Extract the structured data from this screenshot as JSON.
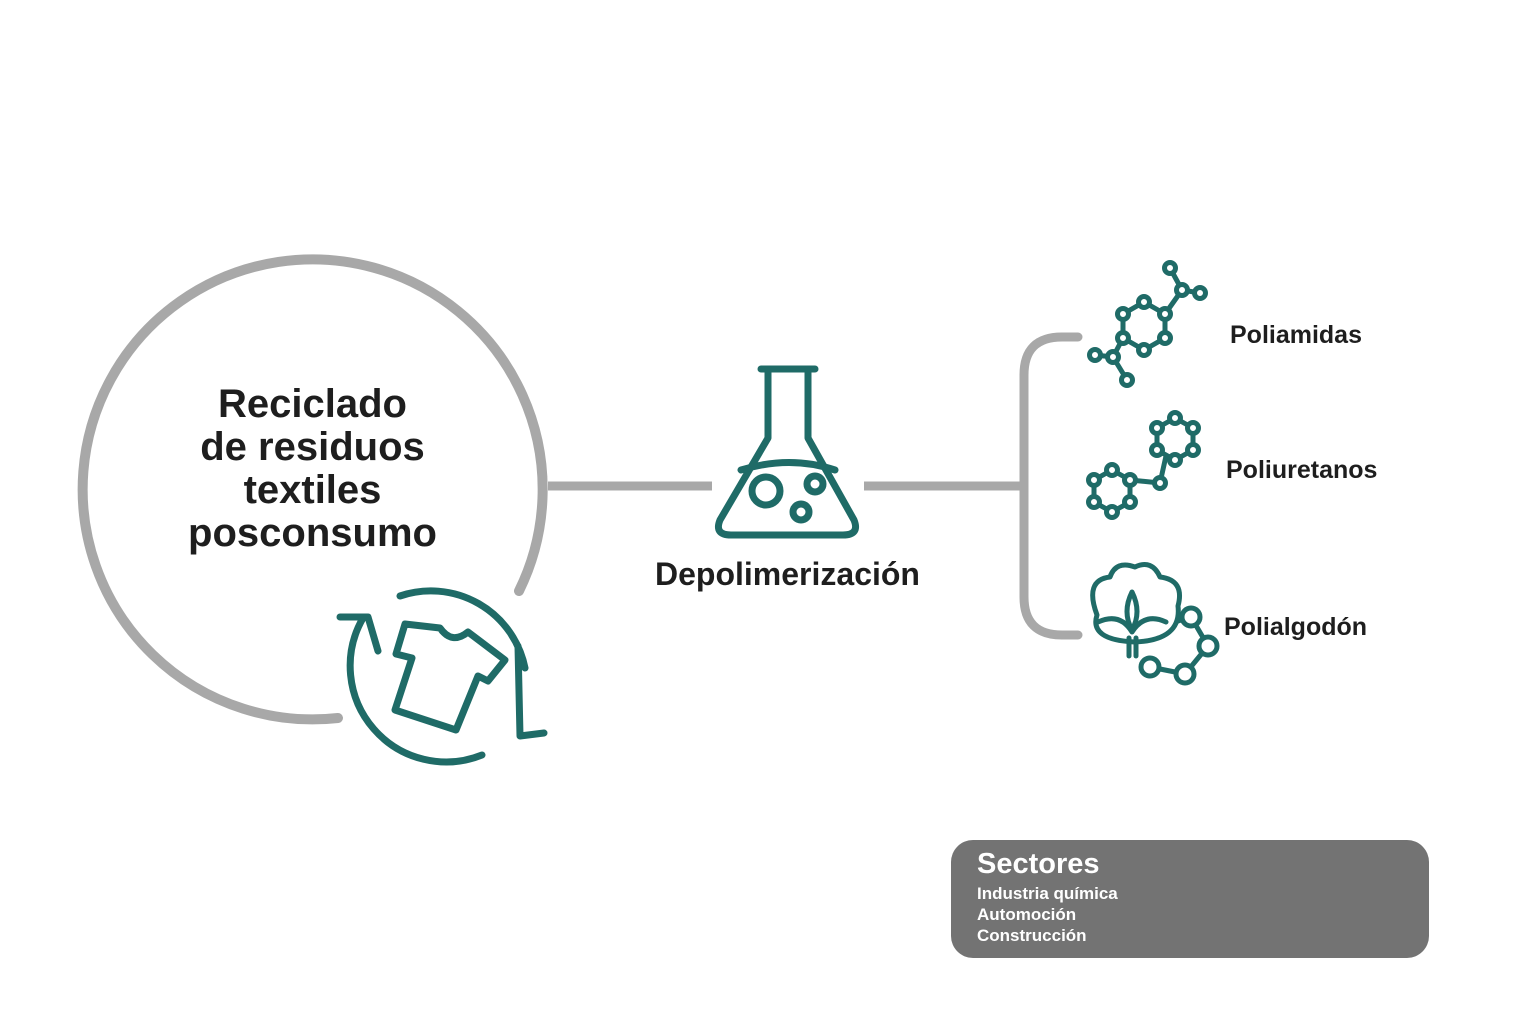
{
  "source": {
    "title_lines": [
      "Reciclado",
      "de residuos",
      "textiles",
      "posconsumo"
    ]
  },
  "process": {
    "label": "Depolimerización"
  },
  "products": [
    {
      "label": "Poliamidas",
      "icon": "molecule-icon"
    },
    {
      "label": "Poliuretanos",
      "icon": "molecule-chain-icon"
    },
    {
      "label": "Polialgodón",
      "icon": "cotton-molecule-icon"
    }
  ],
  "sectors": {
    "title": "Sectores",
    "items": [
      "Industria química",
      "Automoción",
      "Construcción"
    ],
    "icons": [
      "flask-icon",
      "car-icon",
      "crane-icon"
    ]
  },
  "colors": {
    "connector_gray": "#a8a8a8",
    "icon_teal": "#1f6b67",
    "text_dark": "#1e1e1e",
    "panel_gray": "#737373",
    "panel_text": "#ffffff"
  }
}
